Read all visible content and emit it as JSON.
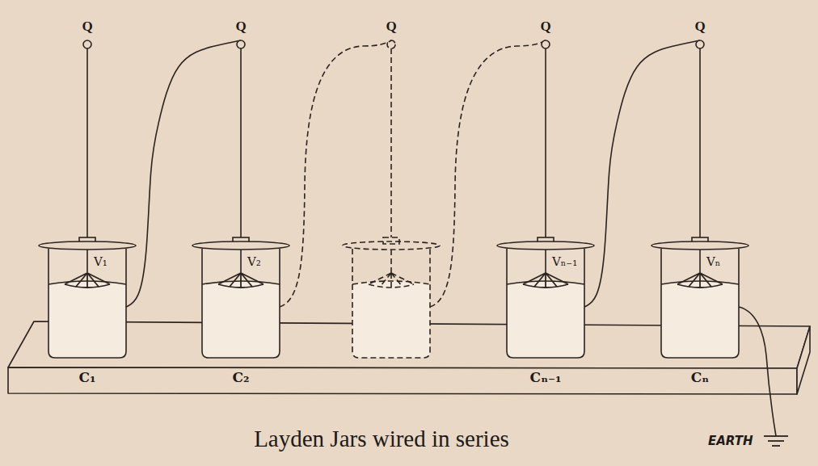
{
  "diagram": {
    "caption": "Layden Jars wired in series",
    "nodes": [
      {
        "text": [
          "V₁",
          "C₁"
        ]
      },
      {
        "text": [
          "V₂",
          "C₂"
        ]
      },
      {
        "text": [
          "Vₙ₋₁",
          "Cₙ₋₁"
        ]
      },
      {
        "text": [
          "Vₙ",
          "Cₙ"
        ]
      }
    ],
    "edges": [
      {
        "from": 0,
        "to": 1,
        "arrow": "none"
      },
      {
        "from": 2,
        "to": 3,
        "arrow": "none"
      }
    ],
    "labels": [
      "Q",
      "Q",
      "Q",
      "Q",
      "Q",
      "EARTH"
    ]
  }
}
